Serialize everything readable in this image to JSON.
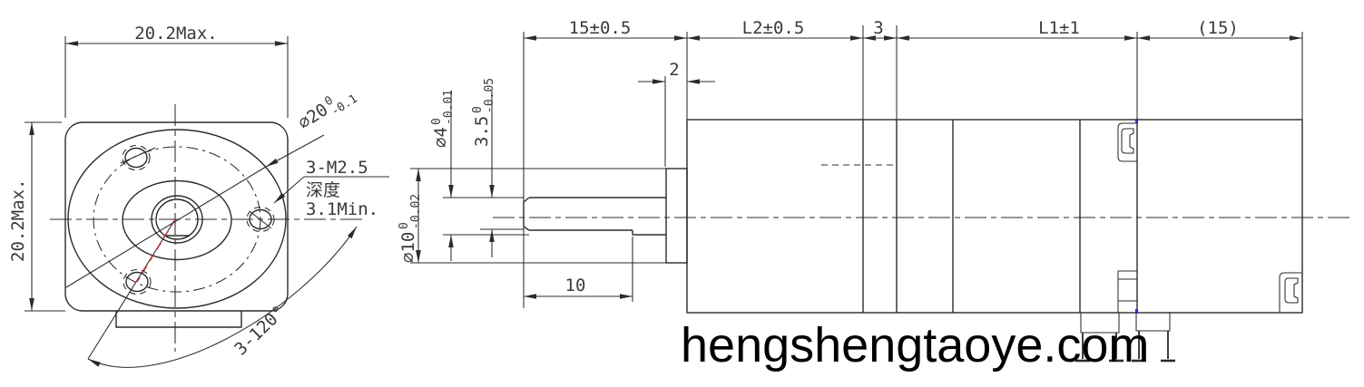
{
  "document": {
    "type": "engineering-dimension-drawing",
    "subject": "gear-motor outline drawing, front view and side view"
  },
  "watermark": "hengshengtaoye.com",
  "colors": {
    "background": "#ffffff",
    "line": "#2b2b2b",
    "text": "#3a3a3a",
    "red_accent": "#cc3333",
    "blue_artifact": "#2233bb"
  },
  "front_view": {
    "dim_width": "20.2Max.",
    "dim_height": "20.2Max.",
    "pilot_diameter": {
      "main": "⌀20",
      "sup": "0",
      "sub": "-0.1"
    },
    "thread_note": {
      "line1": "3-M2.5",
      "line2": "深度",
      "line3": "3.1Min."
    },
    "hole_angle": "3-120°"
  },
  "side_view": {
    "dim_shaft_length": "15±0.5",
    "dim_boss_width": "2",
    "dim_gearbox_length": "L2±0.5",
    "dim_ring": "3",
    "dim_motor_length": "L1±1",
    "dim_endcap_ref": "(15)",
    "dim_flat_length": "10",
    "shaft_diameter": {
      "main": "⌀4",
      "sup": "0",
      "sub": "-0.01"
    },
    "shaft_flat": {
      "main": "3.5",
      "sup": "0",
      "sub": "-0.05"
    },
    "boss_diameter": {
      "main": "⌀10",
      "sup": "0",
      "sub": "-0.02"
    }
  }
}
